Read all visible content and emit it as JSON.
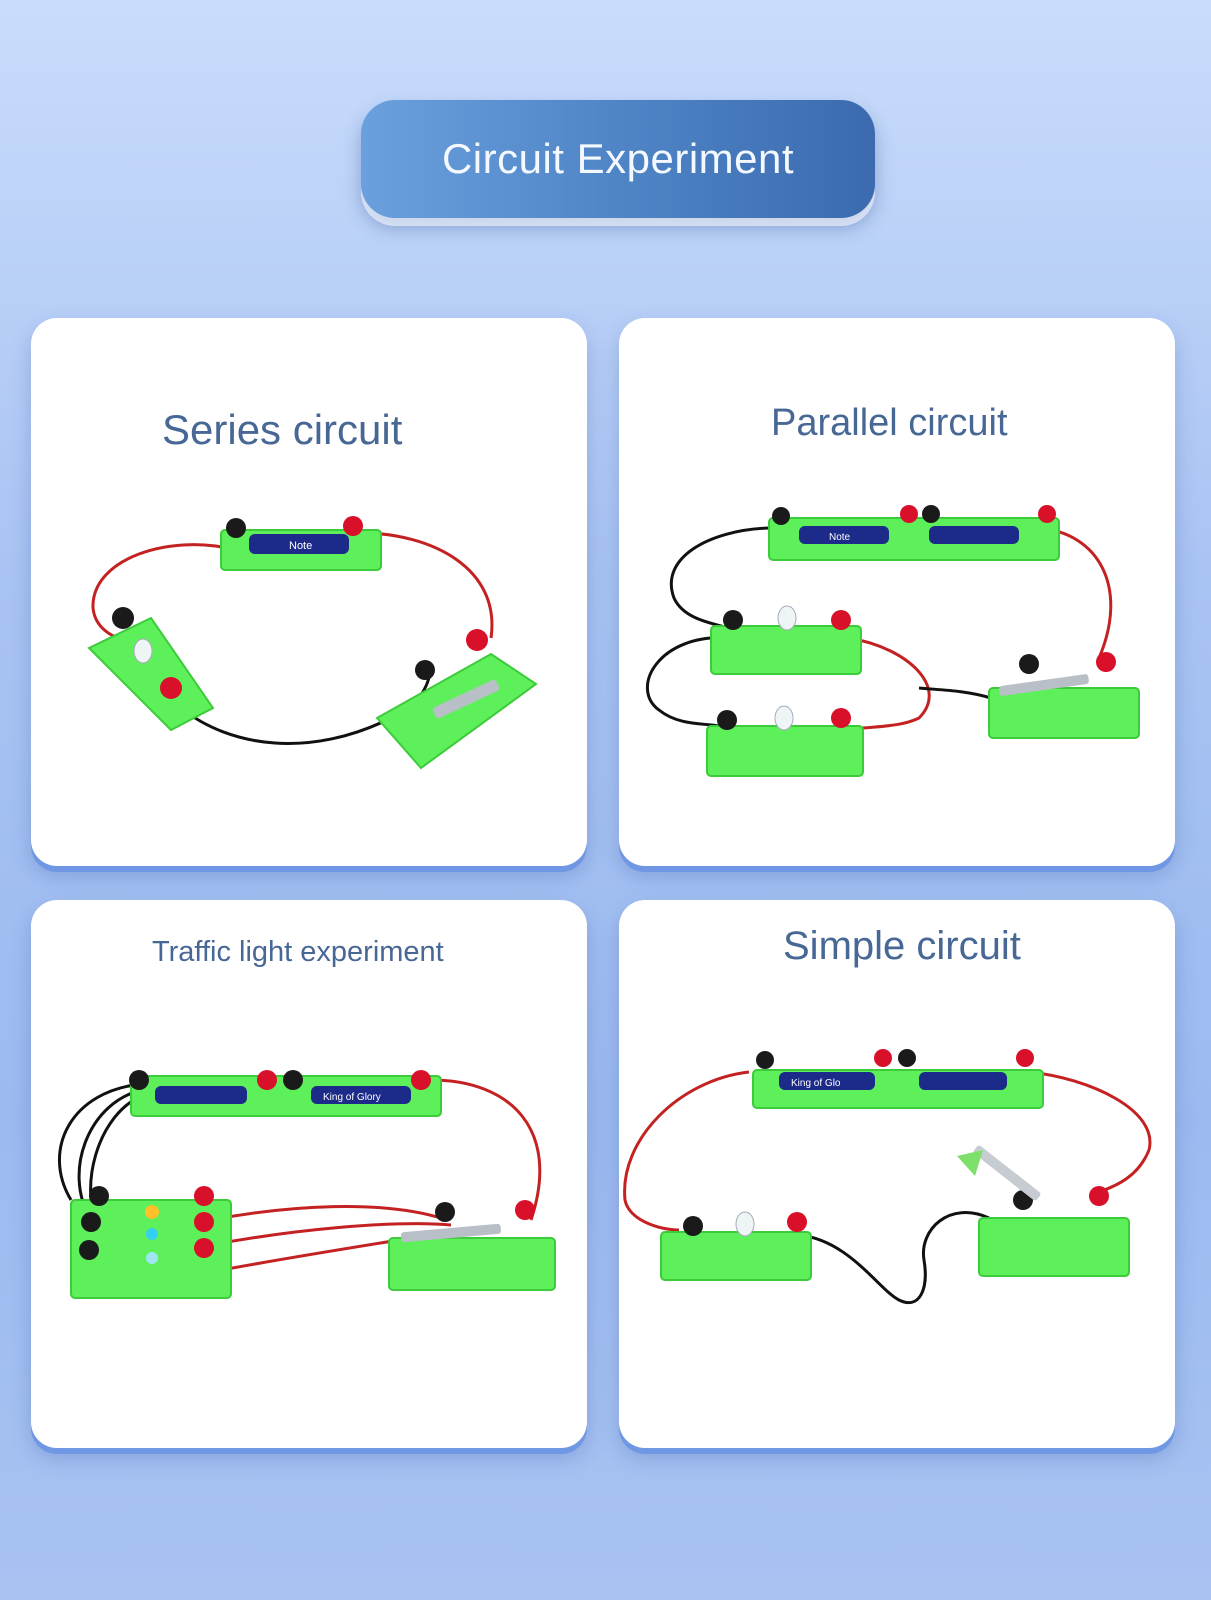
{
  "banner": {
    "title": "Circuit Experiment"
  },
  "cards": [
    {
      "title": "Series circuit"
    },
    {
      "title": "Parallel circuit"
    },
    {
      "title": "Traffic light experiment"
    },
    {
      "title": "Simple circuit"
    }
  ],
  "labels": {
    "battery_note_1": "Note",
    "battery_note_2": "Note",
    "battery_glory_1": "King of Glory",
    "battery_glory_2": "King of Glo"
  },
  "colors": {
    "board_green": "#5ef05a",
    "terminal_red": "#d8102a",
    "terminal_black": "#1a1a1a",
    "wire_red": "#c42222",
    "wire_black": "#111111"
  }
}
